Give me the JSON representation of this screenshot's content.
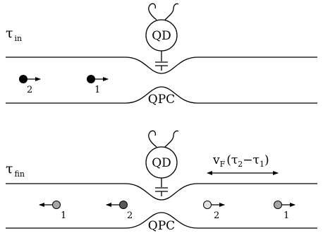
{
  "panels": {
    "initial": {
      "tau_symbol": "τ",
      "tau_subscript": "in",
      "dot_label": "QD",
      "contact_label": "QPC",
      "electrons": [
        {
          "label": "2",
          "direction": "right",
          "fill": "#000000"
        },
        {
          "label": "1",
          "direction": "right",
          "fill": "#000000"
        }
      ]
    },
    "final": {
      "tau_symbol": "τ",
      "tau_subscript": "fin",
      "dot_label": "QD",
      "contact_label": "QPC",
      "separation": {
        "v": "v",
        "v_sub": "F",
        "open": "(",
        "t2": "τ",
        "t2_sub": "2",
        "minus": "−",
        "t1": "τ",
        "t1_sub": "1",
        "close": ")"
      },
      "electrons": [
        {
          "label": "1",
          "direction": "left",
          "fill": "#a6a6a6"
        },
        {
          "label": "2",
          "direction": "left",
          "fill": "#595959"
        },
        {
          "label": "2",
          "direction": "right",
          "fill": "#e3e3e3"
        },
        {
          "label": "1",
          "direction": "right",
          "fill": "#a6a6a6"
        }
      ]
    }
  }
}
